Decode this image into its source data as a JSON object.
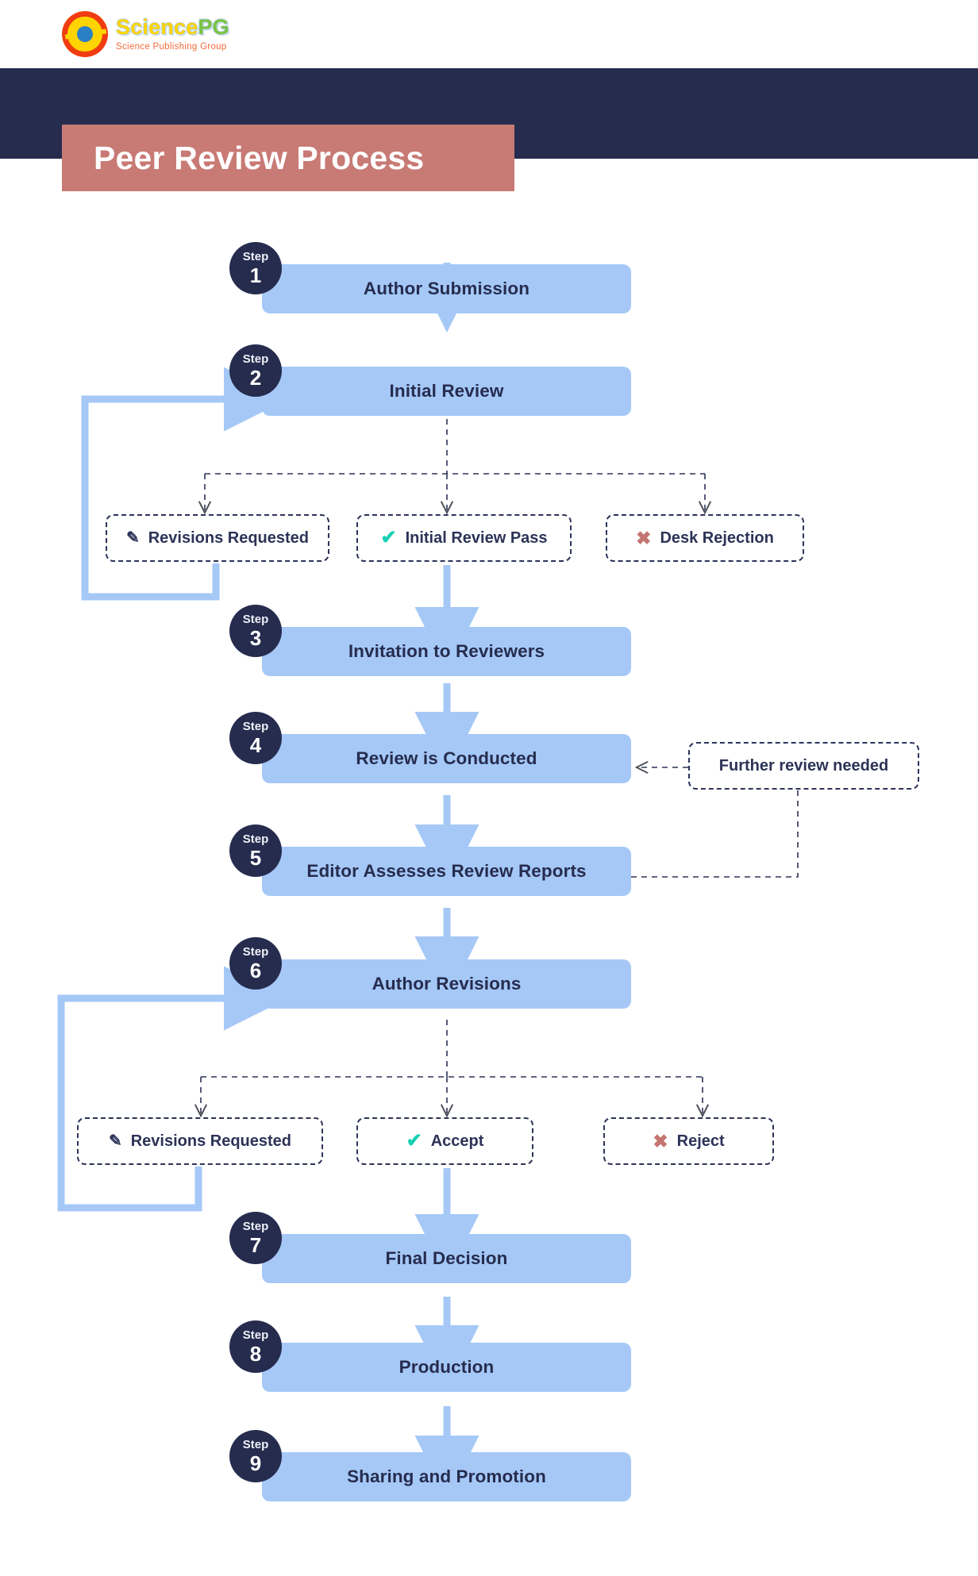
{
  "brand": {
    "logo_icon": "sciencepg-circle-logo",
    "name_part1": "Science",
    "name_part2": "PG",
    "tagline": "Science Publishing Group"
  },
  "header": {
    "title": "Peer Review Process",
    "band_color": "#262c4e",
    "chip_color": "#c87a75"
  },
  "colors": {
    "step_box": "#a5c8f7",
    "badge": "#262c4e",
    "text_dark": "#262c4e",
    "arrow": "#a5c8f7",
    "dashed_border": "#2c3357",
    "accept_green": "#17cfb4",
    "reject_red": "#c47571"
  },
  "flow": {
    "steps": [
      {
        "badge_label": "Step",
        "number": "1",
        "label": "Author Submission"
      },
      {
        "badge_label": "Step",
        "number": "2",
        "label": "Initial Review"
      },
      {
        "badge_label": "Step",
        "number": "3",
        "label": "Invitation to Reviewers"
      },
      {
        "badge_label": "Step",
        "number": "4",
        "label": "Review is Conducted"
      },
      {
        "badge_label": "Step",
        "number": "5",
        "label": "Editor Assesses Review Reports"
      },
      {
        "badge_label": "Step",
        "number": "6",
        "label": "Author Revisions"
      },
      {
        "badge_label": "Step",
        "number": "7",
        "label": "Final Decision"
      },
      {
        "badge_label": "Step",
        "number": "8",
        "label": "Production"
      },
      {
        "badge_label": "Step",
        "number": "9",
        "label": "Sharing and Promotion"
      }
    ],
    "branch_one": [
      {
        "icon": "pencil-icon",
        "label": "Revisions Requested"
      },
      {
        "icon": "check-icon",
        "label": "Initial Review Pass"
      },
      {
        "icon": "cross-icon",
        "label": "Desk Rejection"
      }
    ],
    "branch_two": [
      {
        "icon": "pencil-icon",
        "label": "Revisions Requested"
      },
      {
        "icon": "check-icon",
        "label": "Accept"
      },
      {
        "icon": "cross-icon",
        "label": "Reject"
      }
    ],
    "side_note": {
      "label": "Further review needed"
    }
  }
}
